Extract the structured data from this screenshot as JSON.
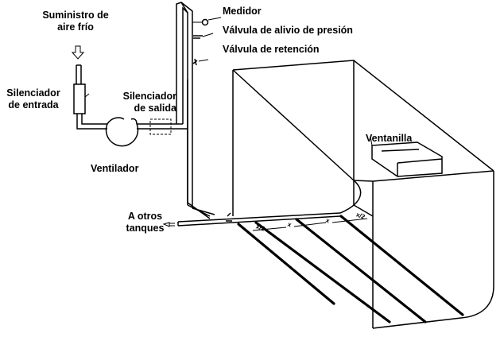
{
  "labels": {
    "supply": [
      "Suministro de",
      "aire frío"
    ],
    "inlet_silencer": [
      "Silenciador",
      "de entrada"
    ],
    "outlet_silencer": [
      "Silenciador",
      "de salida"
    ],
    "fan": "Ventilador",
    "meter": "Medidor",
    "relief_valve": "Válvula de alivio de presión",
    "check_valve": "Válvula de retención",
    "window": "Ventanilla",
    "other_tanks": [
      "A otros",
      "tanques"
    ]
  },
  "dimension_marks": [
    "x/2",
    "x",
    "x",
    "x/2"
  ],
  "colors": {
    "ink": "#000000",
    "background": "#ffffff"
  }
}
